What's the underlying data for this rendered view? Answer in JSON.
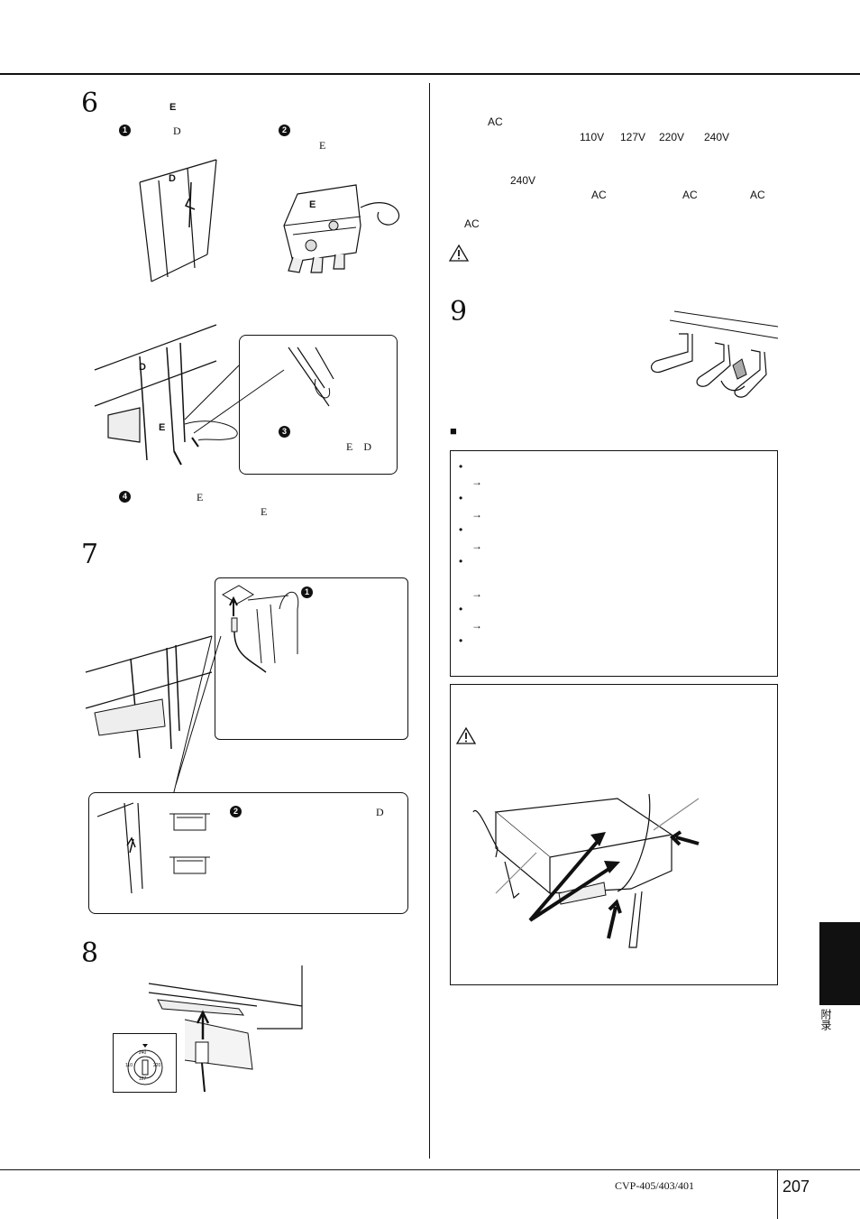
{
  "step6": {
    "number": "6",
    "label_e": "E",
    "bullet1": "1",
    "label_d": "D",
    "bullet2": "2",
    "label_e2": "E",
    "fig_label_d": "D",
    "fig_label_e": "E",
    "fig2_label_d": "D",
    "fig2_label_e": "E",
    "bullet3": "3",
    "callout_ed": "E　D",
    "bullet4": "4",
    "note_e1": "E",
    "note_e2": "E"
  },
  "step7": {
    "number": "7",
    "bullet1": "1",
    "bullet2": "2",
    "label_d": "D"
  },
  "step8": {
    "number": "8",
    "dial_labels": [
      "240",
      "220",
      "110",
      "127"
    ]
  },
  "right": {
    "ac1": "AC",
    "voltages": [
      "110V",
      "127V",
      "220V",
      "240V"
    ],
    "v240": "240V",
    "ac2": "AC",
    "ac3": "AC",
    "ac4": "AC",
    "ac5": "AC",
    "warning_icon": "warning-triangle-icon",
    "step9_number": "9",
    "square_bullet": "■",
    "checklist_bullets": [
      "•",
      "•",
      "•",
      "•",
      "•",
      "•"
    ],
    "checklist_arrows": [
      "→",
      "→",
      "→",
      "→",
      "→"
    ]
  },
  "footer": {
    "model": "CVP-405/403/401",
    "page": "207",
    "side_tab_text": "附录"
  }
}
